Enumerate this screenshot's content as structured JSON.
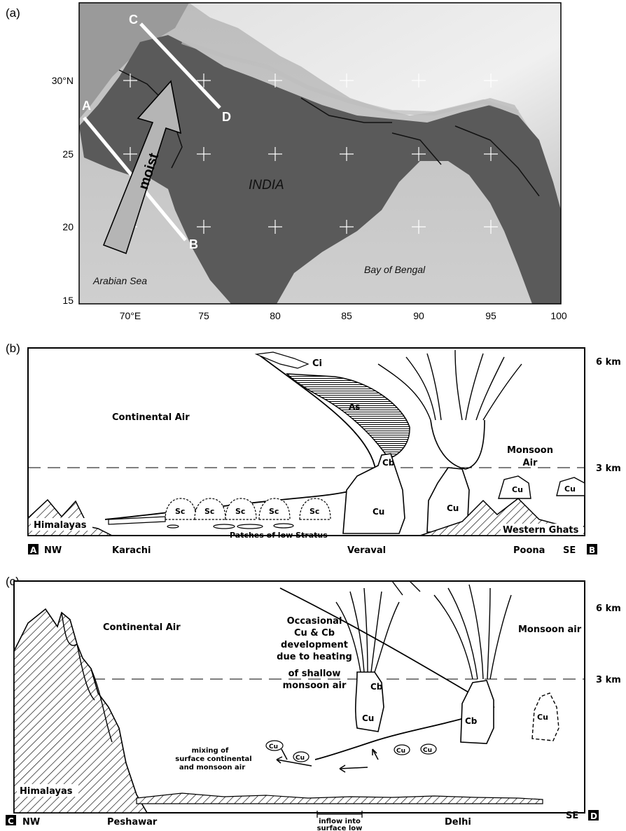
{
  "panel_a": {
    "label": "(a)",
    "lat_ticks": [
      "30°N",
      "25",
      "20",
      "15"
    ],
    "lon_ticks": [
      "70°E",
      "75",
      "80",
      "85",
      "90",
      "95",
      "100"
    ],
    "points": {
      "a": "A",
      "b": "B",
      "c": "C",
      "d": "D"
    },
    "arrow_label": "moist",
    "country": "INDIA",
    "sea_west": "Arabian Sea",
    "sea_east": "Bay of Bengal"
  },
  "panel_b": {
    "label": "(b)",
    "height_6": "6 km",
    "height_3": "3 km",
    "continental": "Continental Air",
    "monsoon_1": "Monsoon",
    "monsoon_2": "Air",
    "himalayas": "Himalayas",
    "western_ghats": "Western Ghats",
    "stratus": "Patches of low Stratus",
    "ci": "Ci",
    "as": "As",
    "cb": "Cb",
    "cu": "Cu",
    "sc": "Sc",
    "corner_left": "A",
    "corner_right": "B",
    "nw": "NW",
    "se": "SE",
    "place_1": "Karachi",
    "place_2": "Veraval",
    "place_3": "Poona"
  },
  "panel_c": {
    "label": "(c)",
    "height_6": "6 km",
    "height_3": "3 km",
    "continental": "Continental Air",
    "monsoon": "Monsoon air",
    "note_1": "Occasional",
    "note_2": "Cu & Cb",
    "note_3": "development",
    "note_4": "due to heating",
    "note_5": "of shallow",
    "note_6": "monsoon air",
    "mixing_1": "mixing of",
    "mixing_2": "surface continental",
    "mixing_3": "and monsoon air",
    "inflow_1": "inflow into",
    "inflow_2": "surface low",
    "himalayas": "Himalayas",
    "cb": "Cb",
    "cu": "Cu",
    "corner_left": "C",
    "corner_right": "D",
    "nw": "NW",
    "se": "SE",
    "place_1": "Peshawar",
    "place_2": "Delhi"
  }
}
